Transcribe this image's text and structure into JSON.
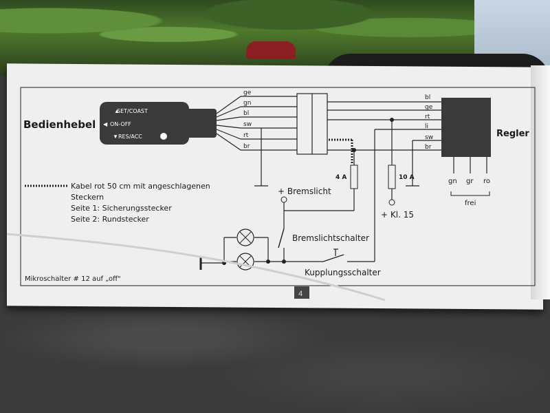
{
  "title_left": "Bedienhebel",
  "title_right": "Regler",
  "lever": {
    "set_coast": "SET/COAST",
    "on_off": "ON-OFF",
    "res_acc": "RES/ACC"
  },
  "wires_left": [
    "ge",
    "gn",
    "bl",
    "sw",
    "rt",
    "br"
  ],
  "wires_right": [
    "bl",
    "ge",
    "rt",
    "li",
    "sw",
    "br"
  ],
  "regler_bottom": [
    "gn",
    "gr",
    "ro"
  ],
  "frei": "frei",
  "fuse_4a": "4 A",
  "fuse_10a": "10 A",
  "kl15": "+ Kl. 15",
  "bremslicht": "+ Bremslicht",
  "bremslichtschalter": "Bremslichtschalter",
  "kupplungsschalter": "Kupplungsschalter",
  "legend": [
    "Kabel rot 50 cm mit angeschlagenen",
    "Steckern",
    "Seite 1: Sicherungsstecker",
    "Seite 2: Rundstecker"
  ],
  "mikroschalter": "Mikroschalter # 12 auf „off\"",
  "page_number": "4"
}
